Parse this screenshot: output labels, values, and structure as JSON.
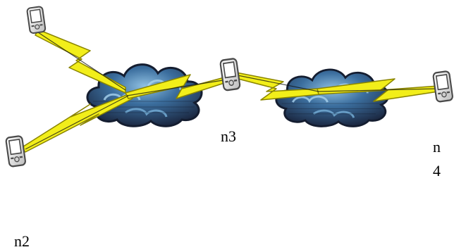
{
  "labels": {
    "n3": "n3",
    "n4_line1": "n",
    "n4_line2": "4",
    "n2": "n2"
  },
  "nodes": [
    {
      "id": "device-top-left",
      "icon": "pda-device-icon"
    },
    {
      "id": "device-bottom-left",
      "icon": "pda-device-icon"
    },
    {
      "id": "device-n3",
      "icon": "pda-device-icon"
    },
    {
      "id": "device-n4",
      "icon": "pda-device-icon"
    }
  ],
  "clouds": [
    {
      "id": "cloud-left",
      "icon": "storm-cloud-icon"
    },
    {
      "id": "cloud-right",
      "icon": "storm-cloud-icon"
    }
  ],
  "links": [
    {
      "from": "device-top-left",
      "to": "cloud-left",
      "style": "lightning-bolt"
    },
    {
      "from": "device-bottom-left",
      "to": "cloud-left",
      "style": "lightning-bolt"
    },
    {
      "from": "cloud-left",
      "to": "device-n3",
      "style": "lightning-bolt"
    },
    {
      "from": "device-n3",
      "to": "cloud-right",
      "style": "lightning-bolt"
    },
    {
      "from": "cloud-right",
      "to": "device-n4",
      "style": "lightning-bolt"
    }
  ],
  "colors": {
    "bolt_fill": "#f2ee1a",
    "bolt_stroke": "#8a8400",
    "cloud_dark": "#1c2a44",
    "cloud_mid": "#3b6e9e",
    "cloud_light": "#8fc0e2",
    "device_body": "#e6e6e6",
    "device_outline": "#4a4a4a"
  }
}
